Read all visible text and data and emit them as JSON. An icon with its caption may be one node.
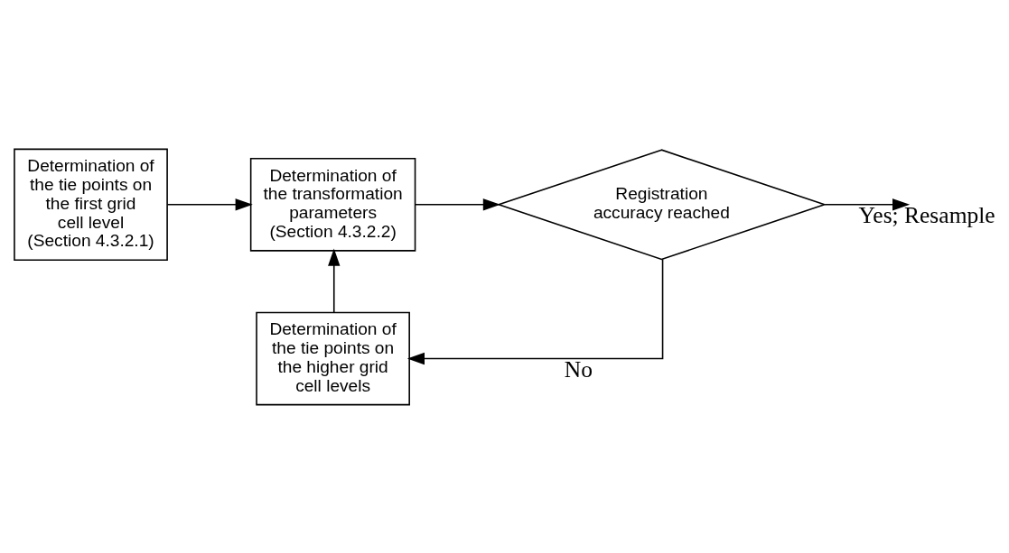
{
  "diagram": {
    "nodes": [
      {
        "text": [
          "Determination of the tie points on the first grid cell level (Section 4.3.2.1)"
        ]
      },
      {
        "text": [
          "Determination of the transformation parameters (Section 4.3.2.2)"
        ]
      },
      {
        "text": [
          "Registration accuracy reached"
        ]
      },
      {
        "text": [
          "Determination of the tie points on the higher grid cell levels"
        ]
      }
    ],
    "edges": [
      {
        "from": 0,
        "to": 1,
        "arrow": "to"
      },
      {
        "from": 1,
        "to": 2,
        "arrow": "to"
      },
      {
        "from": 2,
        "to": null,
        "arrow": "to",
        "label": "Yes; Resample"
      },
      {
        "from": 2,
        "to": 3,
        "arrow": "to",
        "label": "No"
      },
      {
        "from": 3,
        "to": 1,
        "arrow": "to"
      }
    ]
  }
}
